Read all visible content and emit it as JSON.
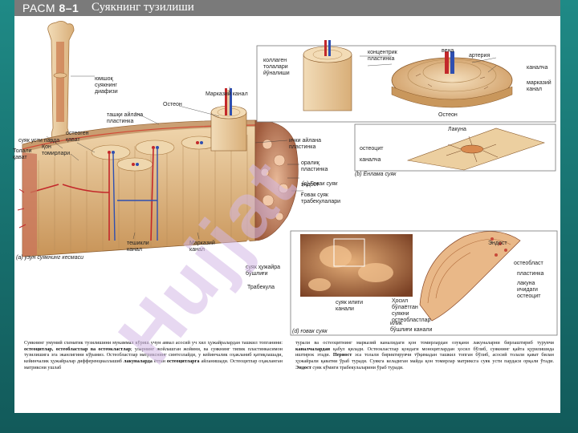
{
  "header": {
    "figure_prefix": "РАСМ",
    "figure_number": "8–1",
    "title": "Суякнинг тузилиши"
  },
  "labels": {
    "diaphysis": "юмшоқ\nсуякнинг\nдиафизи",
    "outer_lamellae": "ташқи айлана\nпластинка",
    "osteon_top": "Остеон",
    "central_canal_top": "Марказий канал",
    "periosteum": "суяк усти парда",
    "fibrous_layer": "Толали\nқават",
    "osteogenic_layer": "остеоген\nқават",
    "vessels": "Қон\nтомирлари",
    "inner_lamellae": "ички айлана\nпластинка",
    "interstitial_lamellae": "оралиқ\nпластинка",
    "endosteum": "эндост",
    "spongy_trabeculae": "Ғовак суяк\nтрабекулалари",
    "perforating_canal": "тешикли\nканал",
    "central_canal_bottom": "Марказий\nканал",
    "collagen_fibers": "коллаген\nтолалари\nйўналиши",
    "concentric_lamellae": "концентрик\nпластинка",
    "vein": "вена",
    "artery": "артерия",
    "canaliculi_a": "каналча",
    "central_canal_b": "марказий\nканал",
    "osteon_b": "Остеон",
    "lacuna": "Лакуна",
    "osteocyte": "остеоцит",
    "canaliculi_c": "каналча",
    "spongy_bone_closeup": "суяк ҳужайра\nбўшлиғи",
    "trabeculae": "Трабекула",
    "marrow_canal": "суяк илиги\nканали",
    "endost": "Эндост",
    "osteoblast": "остеобласт",
    "lamella": "пластинка",
    "lacuna_osteocyte": "лакуна\nичидаги\nостеоцит",
    "bone_lacuna_osteoblast": "Ҳосил\nбўлаётган\nсуякни\nостеобластлар",
    "trabecula_marrow": "илик\nбўшлиғи канали"
  },
  "captions": {
    "a": "(а) узун суякнинг кесмаси",
    "b": "(b) Ёнлама суяк",
    "c": "(c) Ғовак суяк",
    "d": "(d) ғовак суяк"
  },
  "text": {
    "col1_p1": "Суякнинг умумий схематик тузилишини мукаммал кўриш учун аввал асосий уч хил ҳужайралардан ташкил топганини: ",
    "col1_bold1": "остеоцитлар, остеобластлар ва остеокластлар",
    "col1_p2": "; уларнинг жойлашган жойини, ва суякнинг типик пластинкасимон тузилишига эга эканлигини кўрамиз. Остеобластлар матрикснинг синтезлайди, у кейинчалик оҳакланиб қатиқлашади, кейинчалик ҳужайралар дифференциаллашиб ",
    "col1_bold2": "лакуналарда",
    "col1_p3": " ётган ",
    "col1_bold3": "остеоцитларга",
    "col1_p4": " айланишади. Остеоцитлар оҳакланган матриксни ушлаб",
    "col2_p1": "турали ва остеоцитнинг марказий каналидаги қон томирлардан озуқани лакуналарни бирлаштириб турувчи ",
    "col2_bold1": "каналчалардан",
    "col2_p2": " қабул қилади. Остеокластлар қондаги моноцитлардан ҳосил бўлиб, суякнинг қайта қурилишида иштирок этади. ",
    "col2_bold2": "Периост",
    "col2_p3": " эса толали бириктирувчи тўқимадан ташкил топган бўлиб, асосий толали қават билан ҳужайрали қаватни ўраб туради. Суякга келадиган майда қон томирлар матриксга суяк усти пардаси орқали ўтади. ",
    "col2_bold3": "Эндост",
    "col2_p4": " суяк кўмиги трабекулаларини ўраб туради."
  },
  "watermark": "Hujjat",
  "colors": {
    "background": "#1a7f7c",
    "header_bar": "#7a7a7a",
    "bone": "#e9c79a",
    "bone_dark": "#c9975c",
    "artery": "#c3282a",
    "vein": "#2f4fb0",
    "marrow": "#c66a3f",
    "watermark": "#d4b9e6"
  }
}
